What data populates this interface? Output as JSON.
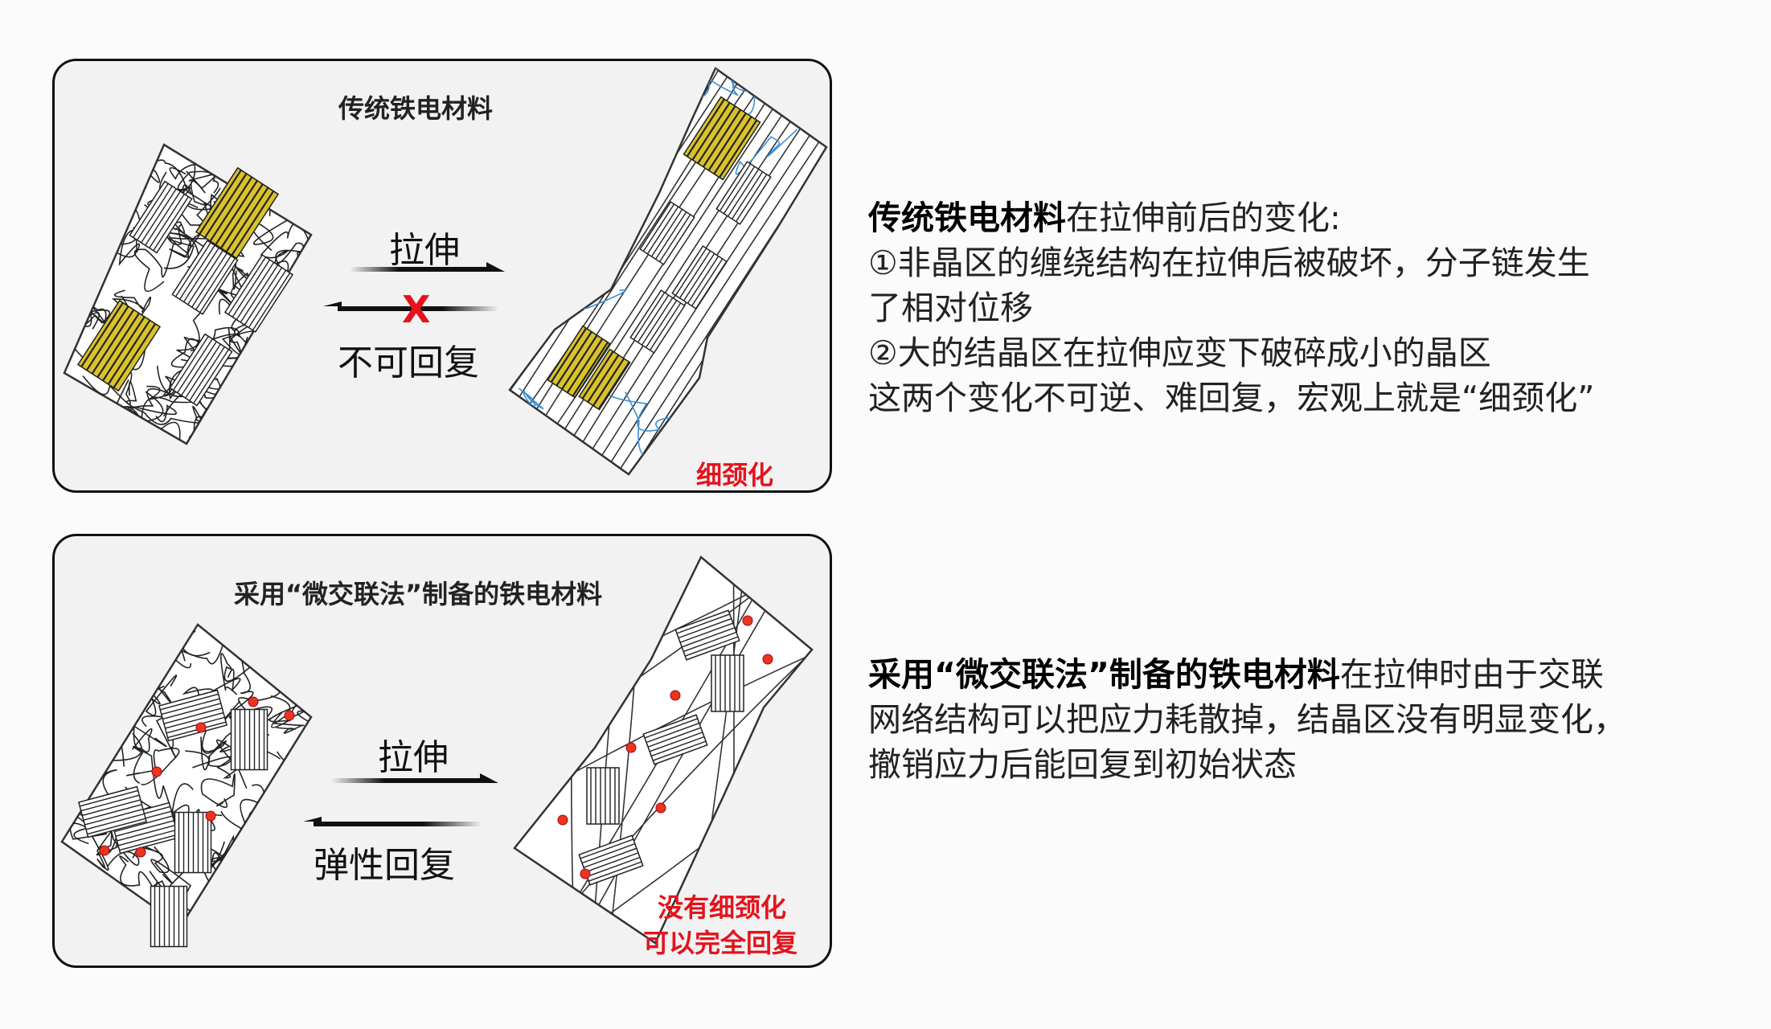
{
  "panel1": {
    "title": "传统铁电材料",
    "stretch_label": "拉伸",
    "recover_label": "不可回复",
    "x_mark": "X",
    "result_label": "细颈化"
  },
  "panel2": {
    "title": "采用“微交联法”制备的铁电材料",
    "stretch_label": "拉伸",
    "recover_label": "弹性回复",
    "result_line1": "没有细颈化",
    "result_line2": "可以完全回复"
  },
  "desc1": {
    "bold": "传统铁电材料",
    "line1_rest": "在拉伸前后的变化:",
    "line2": "①非晶区的缠绕结构在拉伸后被破坏，分子链发生",
    "line3": "了相对位移",
    "line4": "②大的结晶区在拉伸应变下破碎成小的晶区",
    "line5": "这两个变化不可逆、难回复，宏观上就是“细颈化”"
  },
  "desc2": {
    "bold": "采用“微交联法”制备的铁电材料",
    "line1_rest": "在拉伸时由于交联",
    "line2": "网络结构可以把应力耗散掉，结晶区没有明显变化，",
    "line3": "撤销应力后能回复到初始状态"
  },
  "colors": {
    "crystal_yellow": "#d9c22a",
    "red": "#e5121b",
    "blue_chain": "#3a8fd6"
  }
}
